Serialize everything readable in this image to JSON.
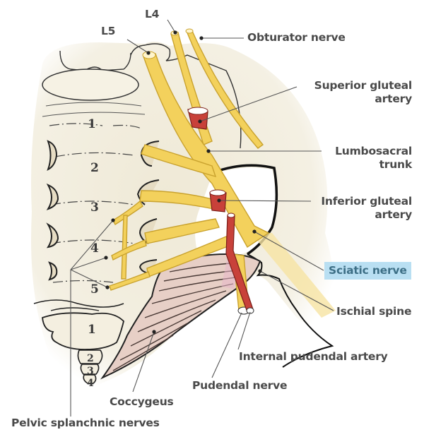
{
  "title": "Sacral plexus and pelvic wall",
  "colors": {
    "nerve": "#f3d15c",
    "nerve_outline": "#c9a22e",
    "artery": "#c8413a",
    "bone": "#f3efe1",
    "muscle": "#e7cfc6",
    "highlight_bg": "#b9dff2",
    "highlight_text": "#3d6f86",
    "label_text": "#4a4a4a"
  },
  "labels": {
    "l4": "L4",
    "l5": "L5",
    "obturator_nerve": "Obturator nerve",
    "superior_gluteal_artery_1": "Superior gluteal",
    "superior_gluteal_artery_2": "artery",
    "lumbosacral_trunk_1": "Lumbosacral",
    "lumbosacral_trunk_2": "trunk",
    "inferior_gluteal_artery_1": "Inferior gluteal",
    "inferior_gluteal_artery_2": "artery",
    "sciatic_nerve": "Sciatic nerve",
    "ischial_spine": "Ischial spine",
    "internal_pudendal_artery": "Internal pudendal artery",
    "pudendal_nerve": "Pudendal nerve",
    "coccygeus": "Coccygeus",
    "pelvic_splanchnic_nerves": "Pelvic splanchnic nerves"
  },
  "sacral_numbers": [
    "1",
    "2",
    "3",
    "4",
    "5"
  ],
  "coccygeal_numbers": [
    "1",
    "2",
    "3",
    "4"
  ],
  "highlighted": "sciatic_nerve"
}
